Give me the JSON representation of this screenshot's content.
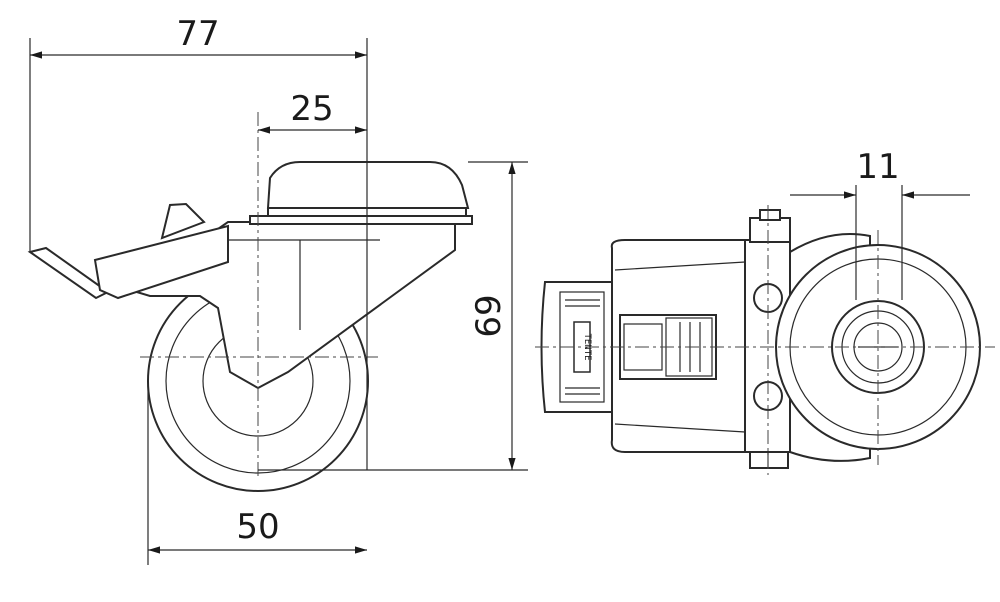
{
  "dimensions": {
    "overall_width": "77",
    "offset": "25",
    "height": "69",
    "wheel_diameter": "50",
    "bore": "11"
  },
  "brake_lever_marking": "TENTE",
  "colors": {
    "line": "#2a2a2a",
    "background": "#ffffff"
  }
}
